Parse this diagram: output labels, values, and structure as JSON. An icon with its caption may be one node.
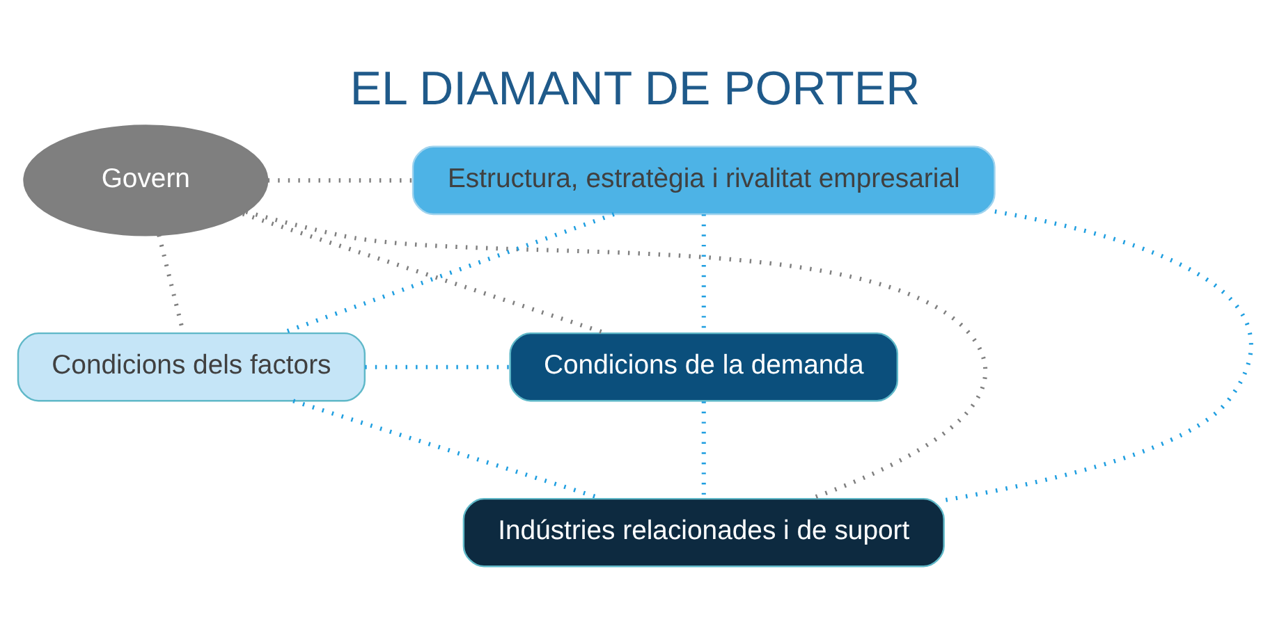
{
  "diagram": {
    "title": "EL DIAMANT DE PORTER",
    "nodes": [
      {
        "text": [
          "Govern"
        ]
      },
      {
        "text": [
          "Estructura, estratègia i rivalitat empresarial"
        ]
      },
      {
        "text": [
          "Condicions dels factors"
        ]
      },
      {
        "text": [
          "Condicions de la demanda"
        ]
      },
      {
        "text": [
          "Indústries relacionades i de suport"
        ]
      }
    ],
    "edges": [
      {
        "from": 0,
        "to": 1,
        "arrow": "none",
        "color": "#7f7f7f"
      },
      {
        "from": 0,
        "to": 2,
        "arrow": "none",
        "color": "#7f7f7f"
      },
      {
        "from": 0,
        "to": 3,
        "arrow": "none",
        "color": "#7f7f7f"
      },
      {
        "from": 0,
        "to": 4,
        "arrow": "none",
        "color": "#7f7f7f"
      },
      {
        "from": 1,
        "to": 2,
        "arrow": "none"
      },
      {
        "from": 1,
        "to": 3,
        "arrow": "none"
      },
      {
        "from": 1,
        "to": 4,
        "arrow": "none"
      },
      {
        "from": 2,
        "to": 3,
        "arrow": "none"
      },
      {
        "from": 2,
        "to": 4,
        "arrow": "none"
      },
      {
        "from": 3,
        "to": 4,
        "arrow": "none"
      }
    ]
  }
}
